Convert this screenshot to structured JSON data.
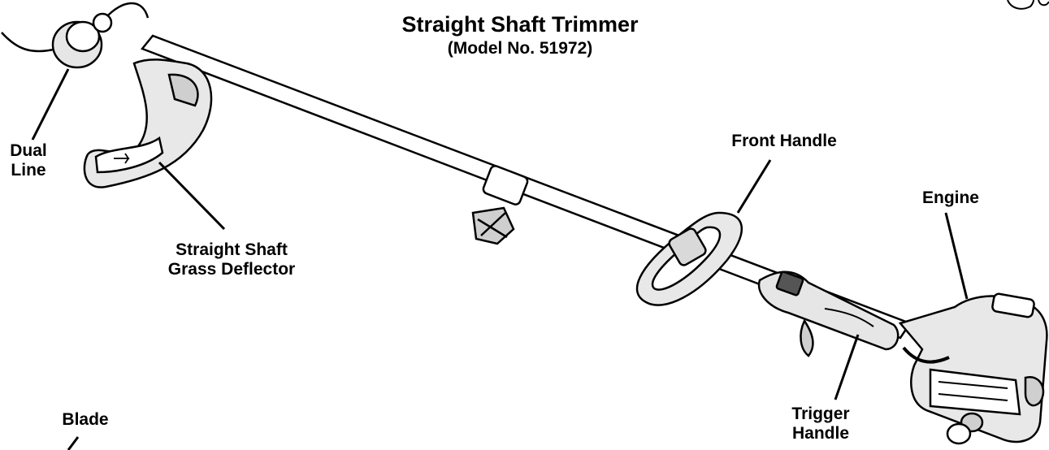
{
  "title": "Straight Shaft Trimmer",
  "subtitle": "(Model No. 51972)",
  "labels": {
    "dual_line": [
      "Dual",
      "Line"
    ],
    "grass_deflector": [
      "Straight Shaft",
      "Grass Deflector"
    ],
    "front_handle": "Front Handle",
    "engine": "Engine",
    "trigger_handle": [
      "Trigger",
      "Handle"
    ],
    "blade": "Blade"
  },
  "colors": {
    "ink": "#000000",
    "shade": "#d9d9d9",
    "paper": "#ffffff"
  }
}
